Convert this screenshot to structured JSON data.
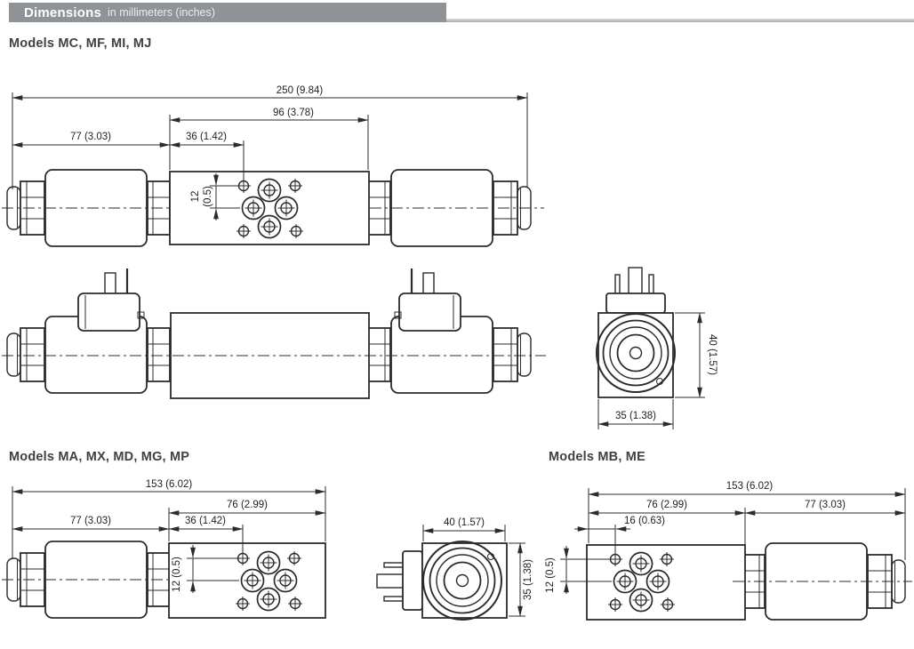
{
  "header": {
    "title": "Dimensions",
    "subtitle": "in millimeters (inches)",
    "bar_color": "#8f9296",
    "title_color": "#ffffff"
  },
  "sections": {
    "models_mc": {
      "heading": "Models MC, MF, MI, MJ"
    },
    "models_ma": {
      "heading": "Models MA, MX, MD, MG, MP"
    },
    "models_mb": {
      "heading": "Models MB, ME"
    }
  },
  "views": {
    "mc_plan": {
      "overall": "250 (9.84)",
      "body_width": "96 (3.78)",
      "cartridge_length": "77 (3.03)",
      "port_offset_x": "36 (1.42)",
      "port_offset_y_mm": "12",
      "port_offset_y_in": "(0.5)"
    },
    "mc_end": {
      "height": "40 (1.57)",
      "width": "35 (1.38)"
    },
    "ma_plan": {
      "overall": "153 (6.02)",
      "body_width": "76 (2.99)",
      "cartridge_length": "77 (3.03)",
      "port_offset_x": "36 (1.42)",
      "port_offset_y": "12 (0.5)"
    },
    "ma_end": {
      "width": "40 (1.57)",
      "height": "35 (1.38)"
    },
    "mb_plan": {
      "overall": "153 (6.02)",
      "body_width": "76 (2.99)",
      "cartridge_length": "77 (3.03)",
      "port_offset_x": "16 (0.63)",
      "port_offset_y": "12 (0.5)"
    }
  },
  "drawing": {
    "line_color": "#2b2b2e"
  }
}
